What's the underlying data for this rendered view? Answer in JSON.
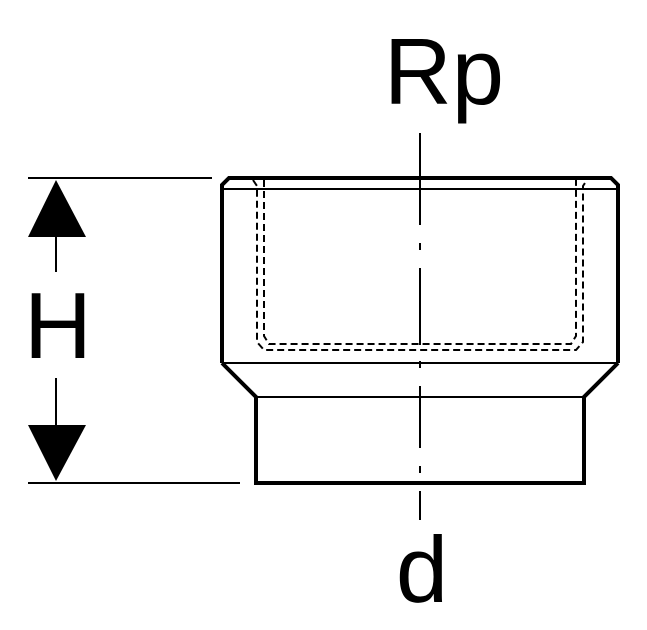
{
  "labels": {
    "thread": "Rp",
    "height": "H",
    "diameter": "d"
  },
  "style": {
    "stroke": "#000000",
    "background": "#ffffff"
  }
}
